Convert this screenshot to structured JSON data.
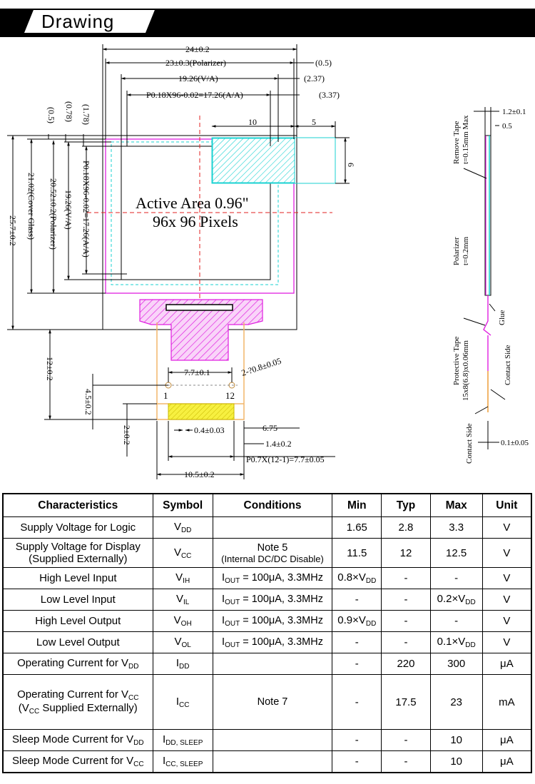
{
  "header": {
    "title": "Drawing"
  },
  "drawing": {
    "front": {
      "d_width": "24±0.2",
      "d_polarizer": "23±0.3(Polarizer)",
      "d_va": "19.26(V/A)",
      "d_aa": "P0.18X96-0.02=17.26(A/A)",
      "r_05": "(0.5)",
      "r_237": "(2.37)",
      "r_337": "(3.37)",
      "d_10": "10",
      "d_5": "5",
      "d_6": "6",
      "v_05": "(0.5)",
      "v_078": "(0.78)",
      "v_178": "(1.78)",
      "v_257": "25.7±0.2",
      "v_2102": "21.02(Cover Glass)",
      "v_2052": "20.52±0.2(Polarizer)",
      "v_1926": "19.26(V/A)",
      "v_1726": "P0.18X96-0.02=17.26(A/A)",
      "active_line1": "Active Area 0.96\"",
      "active_line2": "96x 96 Pixels",
      "holes": "2-?0.8±0.05",
      "d_77": "7.7±0.1",
      "pin_1": "1",
      "pin_12": "12",
      "d_45": "4.5±0.2",
      "d_12": "12±0.2",
      "d_2": "2±0.2",
      "d_04": "0.4±0.03",
      "d_675": "6.75",
      "d_14": "1.4±0.2",
      "d_pitch": "P0.7X(12-1)=7.7±0.05",
      "d_105": "10.5±0.2"
    },
    "side": {
      "d_12": "1.2±0.1",
      "d_05": "0.5",
      "remove_tape": "Remove Tape",
      "remove_tape_t": "t=0.15mm Max",
      "polarizer": "Polarizer",
      "polarizer_t": "t=0.2mm",
      "glue": "Glue",
      "protective_tape": "Protective Tape",
      "protective_tape_d": "15x8(6.8)x0.06mm",
      "contact_side": "Contact Side",
      "contact_side_2": "Contact Side",
      "d_01": "0.1±0.05"
    }
  },
  "table": {
    "headers": [
      "Characteristics",
      "Symbol",
      "Conditions",
      "Min",
      "Typ",
      "Max",
      "Unit"
    ],
    "rows": [
      {
        "char": "Supply Voltage for Logic",
        "sym": "V",
        "sym_sub": "DD",
        "cond": "",
        "cond2": "",
        "min": "1.65",
        "typ": "2.8",
        "max": "3.3",
        "unit": "V"
      },
      {
        "char": "Supply Voltage for Display",
        "char2": "(Supplied Externally)",
        "sym": "V",
        "sym_sub": "CC",
        "cond": "Note 5",
        "cond2": "(Internal DC/DC Disable)",
        "min": "11.5",
        "typ": "12",
        "max": "12.5",
        "unit": "V"
      },
      {
        "char": "High Level Input",
        "sym": "V",
        "sym_sub": "IH",
        "cond": "I",
        "cond_sub": "OUT",
        "cond_rest": " = 100μA, 3.3MHz",
        "min": "0.8×V",
        "min_sub": "DD",
        "typ": "-",
        "max": "-",
        "unit": "V"
      },
      {
        "char": "Low Level Input",
        "sym": "V",
        "sym_sub": "IL",
        "cond": "I",
        "cond_sub": "OUT",
        "cond_rest": " = 100μA, 3.3MHz",
        "min": "-",
        "typ": "-",
        "max": "0.2×V",
        "max_sub": "DD",
        "unit": "V"
      },
      {
        "char": "High Level Output",
        "sym": "V",
        "sym_sub": "OH",
        "cond": "I",
        "cond_sub": "OUT",
        "cond_rest": " = 100μA, 3.3MHz",
        "min": "0.9×V",
        "min_sub": "DD",
        "typ": "-",
        "max": "-",
        "unit": "V"
      },
      {
        "char": "Low Level Output",
        "sym": "V",
        "sym_sub": "OL",
        "cond": "I",
        "cond_sub": "OUT",
        "cond_rest": " = 100μA, 3.3MHz",
        "min": "-",
        "typ": "-",
        "max": "0.1×V",
        "max_sub": "DD",
        "unit": "V"
      },
      {
        "char": "Operating Current for V",
        "char_sub": "DD",
        "sym": "I",
        "sym_sub": "DD",
        "cond": "",
        "min": "-",
        "typ": "220",
        "max": "300",
        "unit": "μA"
      },
      {
        "char": "Operating Current for V",
        "char_sub": "CC",
        "char2": "(V",
        "char2_sub": "CC",
        "char2_rest": " Supplied Externally)",
        "sym": "I",
        "sym_sub": "CC",
        "cond": "Note 7",
        "min": "-",
        "typ": "17.5",
        "max": "23",
        "unit": "mA"
      },
      {
        "char": "Sleep Mode Current for V",
        "char_sub": "DD",
        "sym": "I",
        "sym_sub": "DD, SLEEP",
        "cond": "",
        "min": "-",
        "typ": "-",
        "max": "10",
        "unit": "μA"
      },
      {
        "char": "Sleep Mode Current for V",
        "char_sub": "CC",
        "sym": "I",
        "sym_sub": "CC, SLEEP",
        "cond": "",
        "min": "-",
        "typ": "-",
        "max": "10",
        "unit": "μA"
      }
    ]
  },
  "colors": {
    "magenta": "#e020e0",
    "cyan": "#19d2d2",
    "red_dash": "#e02020",
    "fpc": "#f2b66a",
    "yellow": "#f7f040",
    "blue_dash": "#1a2ec0"
  }
}
